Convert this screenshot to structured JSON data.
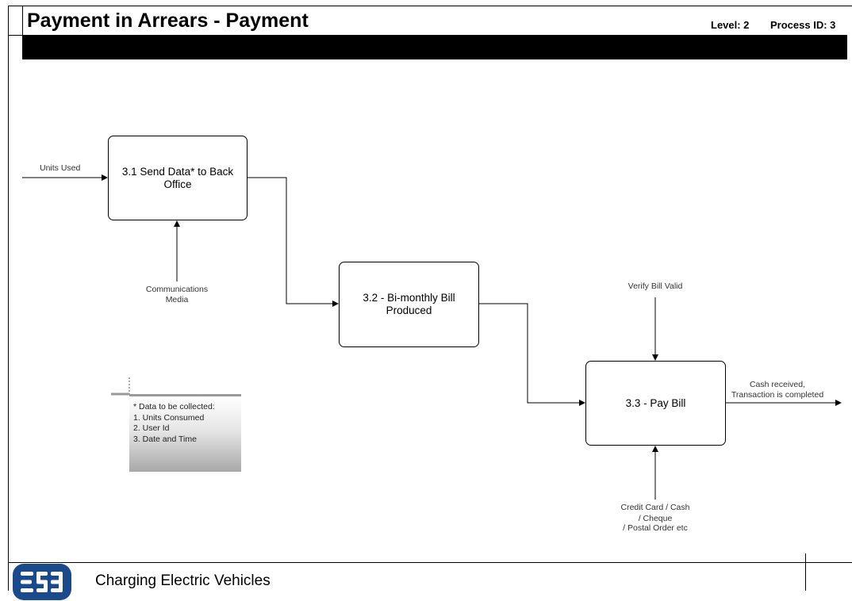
{
  "header": {
    "title": "Payment in Arrears - Payment",
    "level": "Level: 2",
    "process_id": "Process ID: 3"
  },
  "processes": {
    "p1": "3.1 Send Data* to Back Office",
    "p2": "3.2 - Bi-monthly Bill Produced",
    "p3": "3.3 - Pay Bill"
  },
  "labels": {
    "units_used": "Units Used",
    "communications_1": "Communications",
    "communications_2": "Media",
    "verify_bill": "Verify Bill Valid",
    "cash_received_1": "Cash received,",
    "cash_received_2": "Transaction is completed",
    "payment_1": "Credit Card / Cash",
    "payment_2": "/ Cheque",
    "payment_3": "/ Postal Order etc"
  },
  "note": {
    "lines": [
      "* Data to be collected:",
      "1. Units Consumed",
      "2. User Id",
      "3. Date and Time"
    ]
  },
  "footer": {
    "title": "Charging Electric Vehicles",
    "logo_text": "ESB",
    "logo_color": "#1a4a8c"
  }
}
